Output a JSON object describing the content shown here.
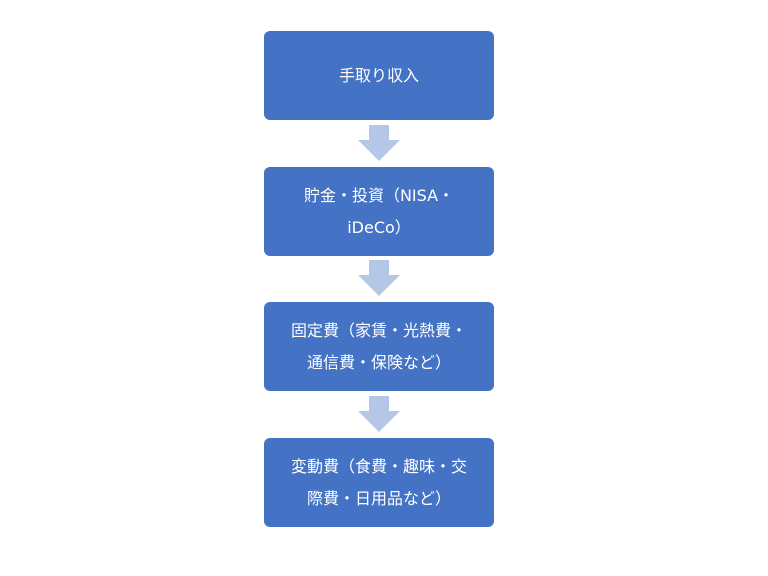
{
  "diagram": {
    "colors": {
      "box_fill": "#4472c4",
      "box_text": "#ffffff",
      "arrow_fill": "#b4c7e7"
    },
    "steps": [
      {
        "lines": [
          "手取り収入"
        ]
      },
      {
        "lines": [
          "貯金・投資（NISA・",
          "iDeCo）"
        ]
      },
      {
        "lines": [
          "固定費（家賃・光熱費・",
          "通信費・保険など）"
        ]
      },
      {
        "lines": [
          "変動費（食費・趣味・交",
          "際費・日用品など）"
        ]
      }
    ],
    "arrow_icon": "down-arrow-icon"
  }
}
